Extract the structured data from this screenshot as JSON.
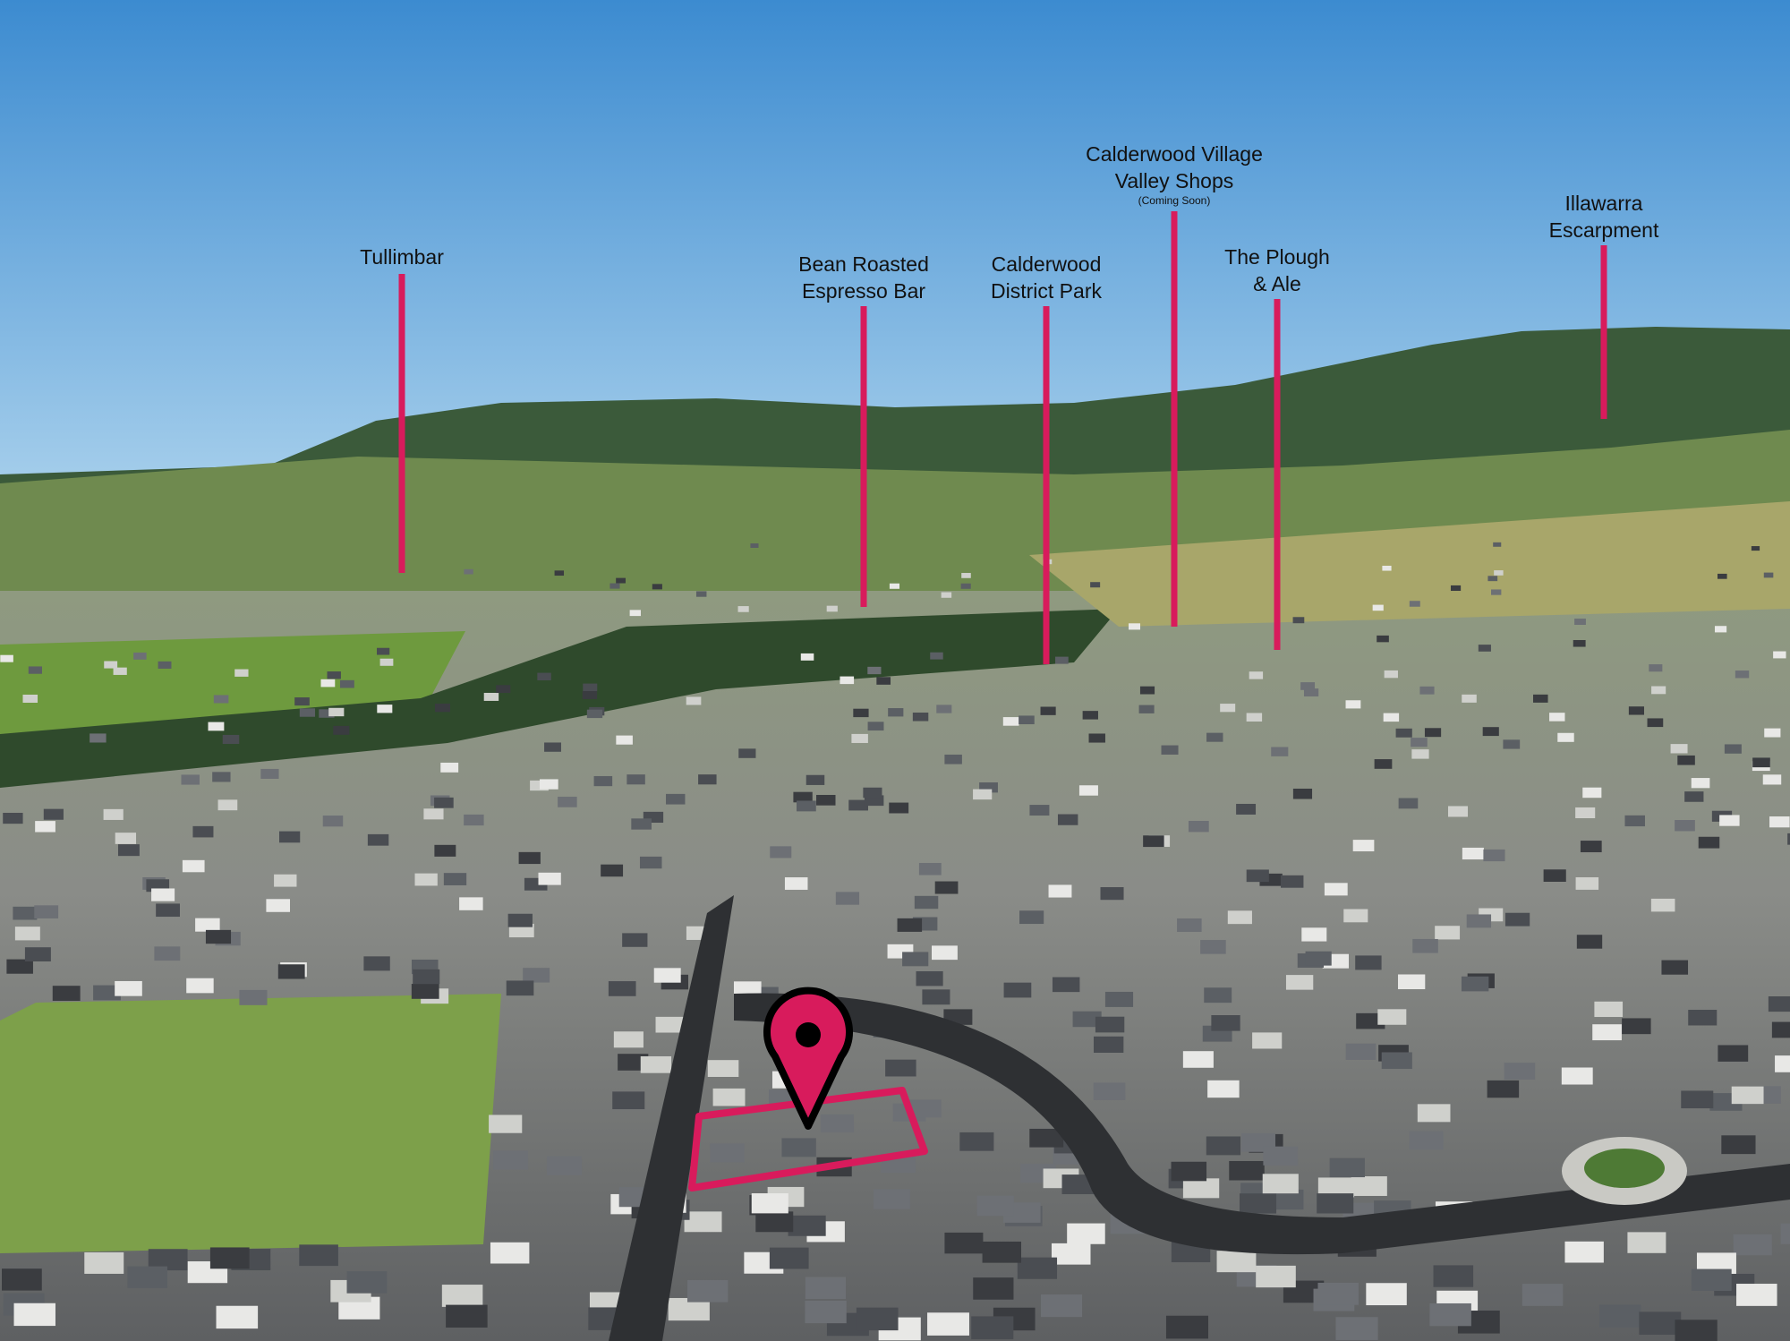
{
  "colors": {
    "accent": "#d81b5c",
    "sky_top": "#3f8fd3",
    "sky_bottom": "#a9d0ec"
  },
  "landmarks": [
    {
      "id": "tullimbar",
      "lines": [
        "Tullimbar"
      ]
    },
    {
      "id": "bean-roasted",
      "lines": [
        "Bean Roasted",
        "Espresso Bar"
      ]
    },
    {
      "id": "district-park",
      "lines": [
        "Calderwood",
        "District Park"
      ]
    },
    {
      "id": "village-shops",
      "lines": [
        "Calderwood Village",
        "Valley Shops"
      ],
      "note": "(Coming Soon)"
    },
    {
      "id": "plough-ale",
      "lines": [
        "The Plough",
        "& Ale"
      ]
    },
    {
      "id": "escarpment",
      "lines": [
        "Illawarra",
        "Escarpment"
      ]
    }
  ],
  "marker": {
    "icon": "map-pin-icon"
  }
}
